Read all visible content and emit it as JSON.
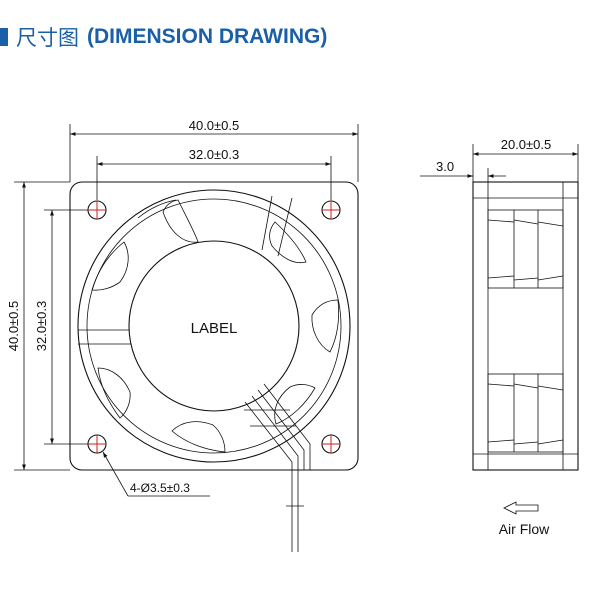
{
  "header": {
    "title_cn": "尺寸图",
    "title_en": "(DIMENSION DRAWING)",
    "accent_color": "#1a5fa8"
  },
  "front_view": {
    "width_outer": "40.0±0.5",
    "width_hole_pitch": "32.0±0.3",
    "height_outer": "40.0±0.5",
    "height_hole_pitch": "32.0±0.3",
    "hole_callout": "4-Ø3.5±0.3",
    "hub_label": "LABEL"
  },
  "side_view": {
    "depth": "20.0±0.5",
    "flange": "3.0",
    "airflow_label": "Air Flow",
    "airflow_icon": "hollow-arrow-left-icon"
  }
}
